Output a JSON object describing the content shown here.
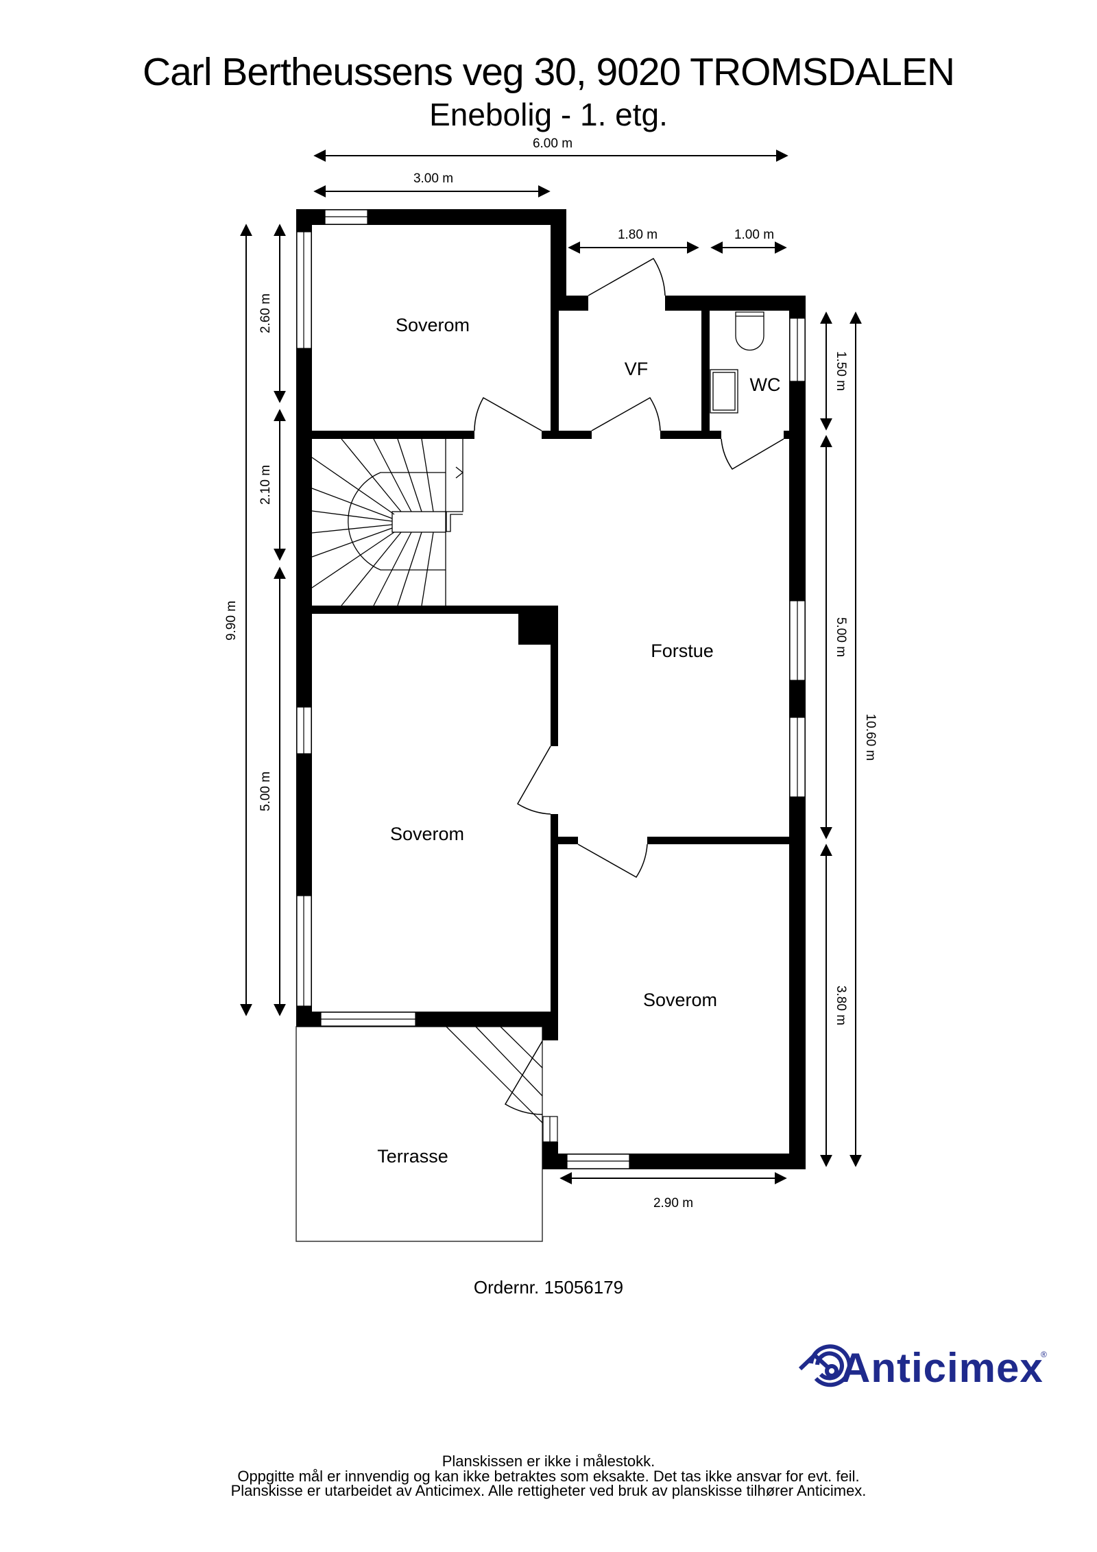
{
  "header": {
    "address": "Carl Bertheussens veg 30, 9020 TROMSDALEN",
    "subtitle": "Enebolig  - 1. etg."
  },
  "rooms": [
    {
      "id": "soverom-upper",
      "label": "Soverom"
    },
    {
      "id": "vf",
      "label": "VF"
    },
    {
      "id": "wc",
      "label": "WC"
    },
    {
      "id": "forstue",
      "label": "Forstue"
    },
    {
      "id": "soverom-left",
      "label": "Soverom"
    },
    {
      "id": "soverom-lower",
      "label": "Soverom"
    },
    {
      "id": "terrasse",
      "label": "Terrasse"
    }
  ],
  "dimensions": {
    "top_total": "6.00 m",
    "top_left": "3.00 m",
    "top_vf": "1.80 m",
    "top_wc": "1.00 m",
    "left_total": "9.90 m",
    "left_upper": "2.60 m",
    "left_stairs": "2.10 m",
    "left_lower": "5.00 m",
    "right_total": "10.60 m",
    "right_wc": "1.50 m",
    "right_forstue": "5.00 m",
    "right_lower": "3.80 m",
    "bottom": "2.90 m"
  },
  "order": "Ordernr. 15056179",
  "footer": {
    "line1": "Planskissen er ikke i målestokk.",
    "line2": "Oppgitte mål er innvendig og kan ikke betraktes som eksakte. Det tas ikke ansvar for evt. feil.",
    "line3": "Planskisse er utarbeidet av Anticimex. Alle rettigheter ved bruk av planskisse tilhører Anticimex."
  },
  "logo": {
    "name": "Anticimex",
    "registered": "®",
    "color": "#1f2a8c"
  }
}
